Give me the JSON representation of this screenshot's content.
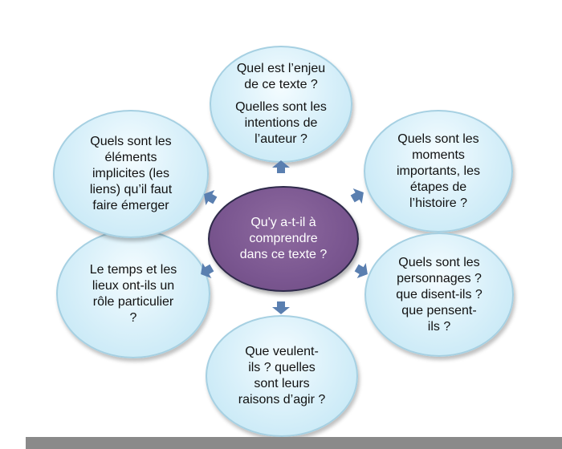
{
  "center": {
    "lines": [
      "Qu'y a-t-il à",
      "comprendre",
      "dans ce texte ?"
    ],
    "color": "#7a5690"
  },
  "bubbles": {
    "top": {
      "lines": [
        "Quel est l’enjeu",
        "de ce texte ?"
      ],
      "lines2": [
        "Quelles sont les",
        "intentions de",
        "l’auteur ?"
      ]
    },
    "upper_right": {
      "lines": [
        "Quels sont les",
        "moments",
        "importants, les",
        "étapes de",
        "l’histoire ?"
      ]
    },
    "lower_right": {
      "lines": [
        "Quels sont les",
        "personnages ?",
        "que disent-ils ?",
        "que pensent-",
        "ils ?"
      ]
    },
    "bottom": {
      "lines": [
        "Que veulent-",
        "ils ? quelles",
        "sont leurs",
        "raisons d’agir ?"
      ]
    },
    "lower_left": {
      "lines": [
        "Le temps et les",
        "lieux ont-ils un",
        "rôle particulier",
        "?"
      ]
    },
    "upper_left": {
      "lines": [
        "Quels sont les",
        "éléments",
        "implicites (les",
        "liens) qu’il faut",
        "faire émerger"
      ]
    }
  },
  "colors": {
    "bubble_fill": "#dbf1fa",
    "bubble_border": "#a6d0e2",
    "arrow": "#5a7fb0",
    "bottom_bar": "#8a8a8a"
  }
}
